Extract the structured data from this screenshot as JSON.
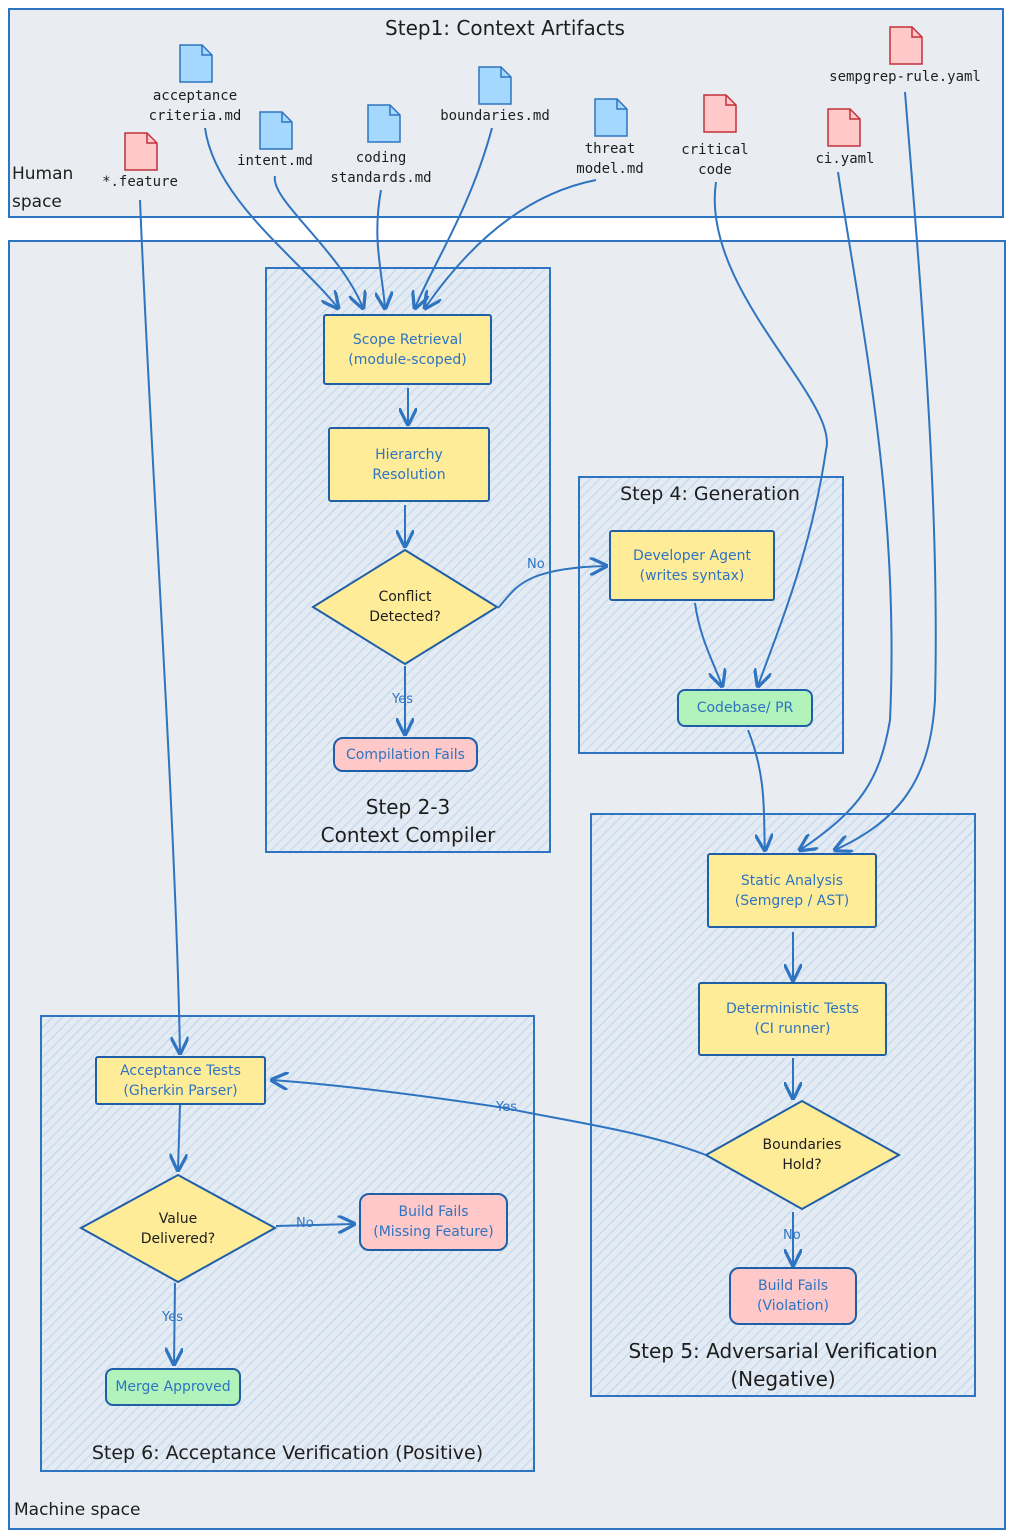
{
  "zones": {
    "human_title": "Step1: Context Artifacts",
    "human_label": "Human\nspace",
    "machine_label": "Machine space"
  },
  "artifacts": {
    "acceptance_criteria": "acceptance\ncriteria.md",
    "intent": "intent.md",
    "coding_standards": "coding\nstandards.md",
    "boundaries": "boundaries.md",
    "threat_model": "threat\nmodel.md",
    "critical_code": "critical\ncode",
    "ci_yaml": "ci.yaml",
    "semgrep_rule": "sempgrep-rule.yaml",
    "feature": "*.feature"
  },
  "compiler": {
    "title": "Step 2-3\nContext Compiler",
    "scope_retrieval": "Scope Retrieval\n(module-scoped)",
    "hierarchy_resolution": "Hierarchy\nResolution",
    "conflict_detected": "Conflict\nDetected?",
    "compilation_fails": "Compilation Fails",
    "yes_label": "Yes",
    "no_label": "No"
  },
  "generation": {
    "title": "Step 4: Generation",
    "developer_agent": "Developer Agent\n(writes syntax)",
    "codebase_pr": "Codebase/ PR"
  },
  "adversarial": {
    "title": "Step 5: Adversarial Verification\n(Negative)",
    "static_analysis": "Static Analysis\n(Semgrep / AST)",
    "deterministic_tests": "Deterministic Tests\n(CI runner)",
    "boundaries_hold": "Boundaries\nHold?",
    "build_fails_violation": "Build Fails\n(Violation)",
    "yes_label": "Yes",
    "no_label": "No"
  },
  "acceptance": {
    "title": "Step 6: Acceptance Verification (Positive)",
    "acceptance_tests": "Acceptance Tests\n(Gherkin Parser)",
    "value_delivered": "Value\nDelivered?",
    "build_fails_missing": "Build Fails\n(Missing Feature)",
    "merge_approved": "Merge Approved",
    "yes_label": "Yes",
    "no_label": "No"
  },
  "colors": {
    "stroke_blue": "#2f74c0",
    "doc_blue": "#a5d8ff",
    "doc_pink": "#ffc9c9",
    "box_yellow": "#ffec99",
    "box_green": "#b2f2bb"
  }
}
